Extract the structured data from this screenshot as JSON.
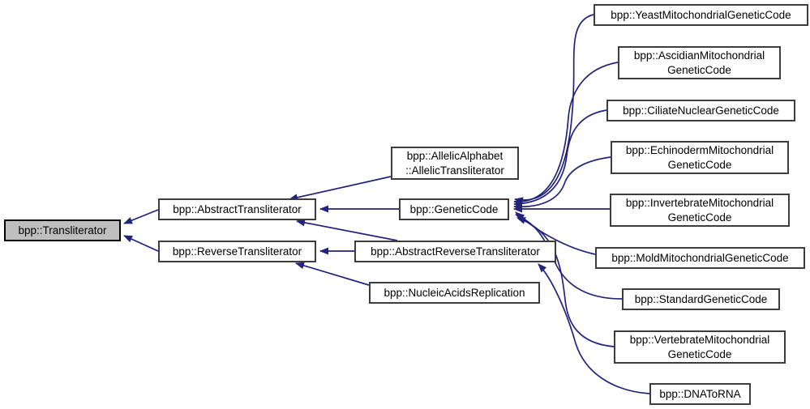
{
  "diagram": {
    "kind": "class-inheritance-graph",
    "colors": {
      "background": "#ffffff",
      "edge": "#23237d",
      "node_border": "#3d3d3d",
      "node_fill": "#ffffff",
      "selected_node_fill": "#bfbfbf",
      "selected_node_border": "#000000",
      "text": "#000000"
    },
    "nodes": {
      "transliterator": {
        "label": "bpp::Transliterator",
        "selected": true
      },
      "abstract_transliterator": {
        "label": "bpp::AbstractTransliterator"
      },
      "reverse_transliterator": {
        "label": "bpp::ReverseTransliterator"
      },
      "allelic_transliterator": {
        "label": "bpp::AllelicAlphabet\n::AllelicTransliterator"
      },
      "genetic_code": {
        "label": "bpp::GeneticCode"
      },
      "abstract_reverse_transliterator": {
        "label": "bpp::AbstractReverseTransliterator"
      },
      "nucleic_acids_replication": {
        "label": "bpp::NucleicAcidsReplication"
      },
      "yeast_mitochondrial": {
        "label": "bpp::YeastMitochondrialGeneticCode"
      },
      "ascidian_mitochondrial": {
        "label": "bpp::AscidianMitochondrial\nGeneticCode"
      },
      "ciliate_nuclear": {
        "label": "bpp::CiliateNuclearGeneticCode"
      },
      "echinoderm_mitochondrial": {
        "label": "bpp::EchinodermMitochondrial\nGeneticCode"
      },
      "invertebrate_mitochondrial": {
        "label": "bpp::InvertebrateMitochondrial\nGeneticCode"
      },
      "mold_mitochondrial": {
        "label": "bpp::MoldMitochondrialGeneticCode"
      },
      "standard_genetic_code": {
        "label": "bpp::StandardGeneticCode"
      },
      "vertebrate_mitochondrial": {
        "label": "bpp::VertebrateMitochondrial\nGeneticCode"
      },
      "dna_to_rna": {
        "label": "bpp::DNAToRNA"
      }
    },
    "edges": [
      {
        "from": "abstract_transliterator",
        "to": "transliterator"
      },
      {
        "from": "reverse_transliterator",
        "to": "transliterator"
      },
      {
        "from": "allelic_transliterator",
        "to": "abstract_transliterator"
      },
      {
        "from": "genetic_code",
        "to": "abstract_transliterator"
      },
      {
        "from": "abstract_reverse_transliterator",
        "to": "abstract_transliterator"
      },
      {
        "from": "abstract_reverse_transliterator",
        "to": "reverse_transliterator"
      },
      {
        "from": "nucleic_acids_replication",
        "to": "reverse_transliterator"
      },
      {
        "from": "yeast_mitochondrial",
        "to": "genetic_code"
      },
      {
        "from": "ascidian_mitochondrial",
        "to": "genetic_code"
      },
      {
        "from": "ciliate_nuclear",
        "to": "genetic_code"
      },
      {
        "from": "echinoderm_mitochondrial",
        "to": "genetic_code"
      },
      {
        "from": "invertebrate_mitochondrial",
        "to": "genetic_code"
      },
      {
        "from": "mold_mitochondrial",
        "to": "genetic_code"
      },
      {
        "from": "standard_genetic_code",
        "to": "genetic_code"
      },
      {
        "from": "vertebrate_mitochondrial",
        "to": "genetic_code"
      },
      {
        "from": "dna_to_rna",
        "to": "abstract_reverse_transliterator"
      }
    ]
  }
}
